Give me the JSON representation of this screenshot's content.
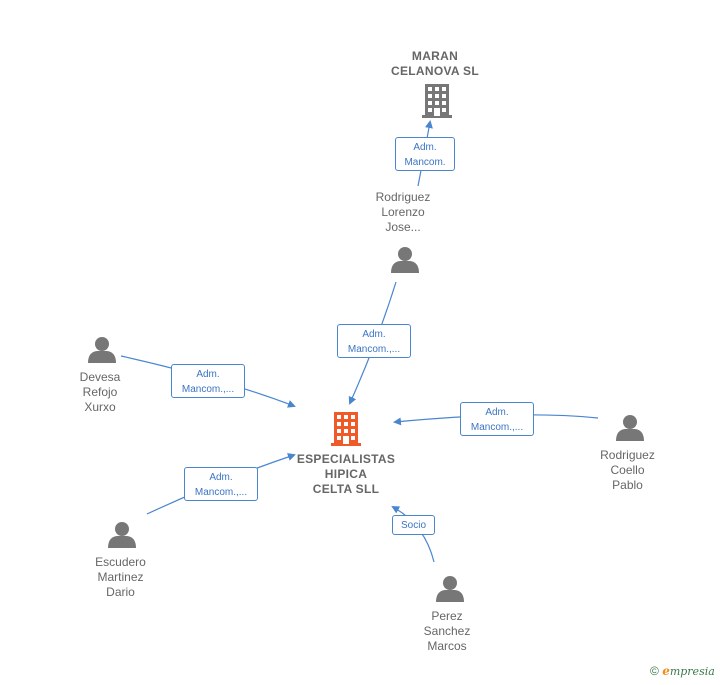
{
  "nodes": {
    "maran": {
      "name_line1": "MARAN",
      "name_line2": "CELANOVA  SL"
    },
    "center": {
      "line1": "ESPECIALISTAS",
      "line2": "HIPICA",
      "line3": "CELTA  SLL"
    },
    "rodriguez_lorenzo": {
      "line1": "Rodriguez",
      "line2": "Lorenzo",
      "line3": "Jose..."
    },
    "devesa": {
      "line1": "Devesa",
      "line2": "Refojo",
      "line3": "Xurxo"
    },
    "rodriguez_coello": {
      "line1": "Rodriguez",
      "line2": "Coello",
      "line3": "Pablo"
    },
    "escudero": {
      "line1": "Escudero",
      "line2": "Martinez",
      "line3": "Dario"
    },
    "perez": {
      "line1": "Perez",
      "line2": "Sanchez",
      "line3": "Marcos"
    }
  },
  "edges": {
    "e1": {
      "line1": "Adm.",
      "line2": "Mancom."
    },
    "e2": {
      "line1": "Adm.",
      "line2": "Mancom.,..."
    },
    "e3": {
      "line1": "Adm.",
      "line2": "Mancom.,..."
    },
    "e4": {
      "line1": "Adm.",
      "line2": "Mancom.,..."
    },
    "e5": {
      "line1": "Adm.",
      "line2": "Mancom.,..."
    },
    "e6": {
      "line1": "Socio"
    }
  },
  "footer": {
    "copyright": "©",
    "brand_initial": "e",
    "brand_rest": "mpresia"
  },
  "colors": {
    "edge": "#4a86d0",
    "center_icon": "#f05a28",
    "company_icon": "#777777",
    "person_icon": "#777777"
  },
  "icons": {
    "company": "building-icon",
    "person": "person-icon"
  }
}
